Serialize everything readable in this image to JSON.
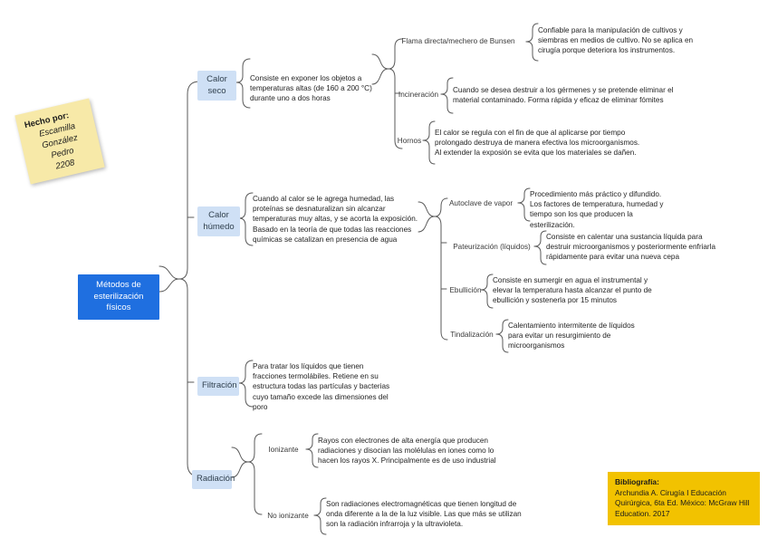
{
  "diagram": {
    "type": "mind-map",
    "root": {
      "label": "Métodos de esterilización físicos"
    },
    "sticky_note": {
      "heading": "Hecho por:",
      "line1": "Escamilla",
      "line2": "González",
      "line3": "Pedro",
      "line4": "2208"
    },
    "bibliography": {
      "title": "Bibliografía:",
      "text": "Archundia A. Cirugía I Educación Quirúrgica, 6ta Ed. México: McGraw Hill Education. 2017"
    },
    "branches": [
      {
        "label": "Calor seco",
        "description": "Consiste en exponer los objetos a temperaturas altas (de 160 a 200 °C) durante uno a dos horas",
        "children": [
          {
            "label": "Flama directa/mechero de Bunsen",
            "description": "Confiable para la manipulación de cultivos y siembras en medios de cultivo. No se aplica en cirugía porque deteriora los instrumentos."
          },
          {
            "label": "Incineración",
            "description": "Cuando se desea destruir a los gérmenes y se pretende eliminar el material contaminado. Forma rápida y eficaz de eliminar fómites"
          },
          {
            "label": "Hornos",
            "description": "El calor se regula con el fin de que al aplicarse por tiempo prolongado destruya de manera efectiva los microorganismos. Al extender la exposión se evita que los materiales se dañen."
          }
        ]
      },
      {
        "label": "Calor húmedo",
        "description": "Cuando al calor se le agrega humedad, las proteínas se desnaturalizan sin alcanzar temperaturas muy altas, y se acorta la exposición. Basado en la teoría de que todas las reacciones químicas se catalizan en presencia de agua",
        "children": [
          {
            "label": "Autoclave de vapor",
            "description": "Procedimiento más práctico y difundido. Los factores de  temperatura, humedad y tiempo son los que producen la esterilización."
          },
          {
            "label": "Pateurización (líquidos)",
            "description": "Consiste en calentar una sustancia líquida para destruir microorganismos y posteriormente enfriarla rápidamente para evitar una nueva cepa"
          },
          {
            "label": "Ebullición",
            "description": "Consiste en sumergir en agua el instrumental y elevar la temperatura hasta alcanzar el punto de ebullición y sostenerla por 15 minutos"
          },
          {
            "label": "Tindalización",
            "description": "Calentamiento intermitente de líquidos para evitar un resurgimiento de microorganismos"
          }
        ]
      },
      {
        "label": "Filtración",
        "description": "Para tratar los líquidos que tienen fracciones termolábiles. Retiene en su estructura todas las partículas y bacterias cuyo tamaño excede las dimensiones del poro",
        "children": []
      },
      {
        "label": "Radiación",
        "description": "",
        "children": [
          {
            "label": "Ionizante",
            "description": "Rayos con electrones de alta energía que producen radiaciones y disocian las molélulas en iones como lo hacen los rayos X. Principalmente es de uso industrial"
          },
          {
            "label": "No ionizante",
            "description": "Son radiaciones electromagnéticas que tienen longitud de onda diferente a la de la luz visible. Las que más se utilizan son la radiación infrarroja y la ultravioleta."
          }
        ]
      }
    ],
    "colors": {
      "root_fill": "#1f6fe0",
      "category_fill": "#cfe0f5",
      "sticky_fill": "#f7e9a8",
      "biblio_fill": "#f2c200",
      "connector": "#595959"
    }
  }
}
